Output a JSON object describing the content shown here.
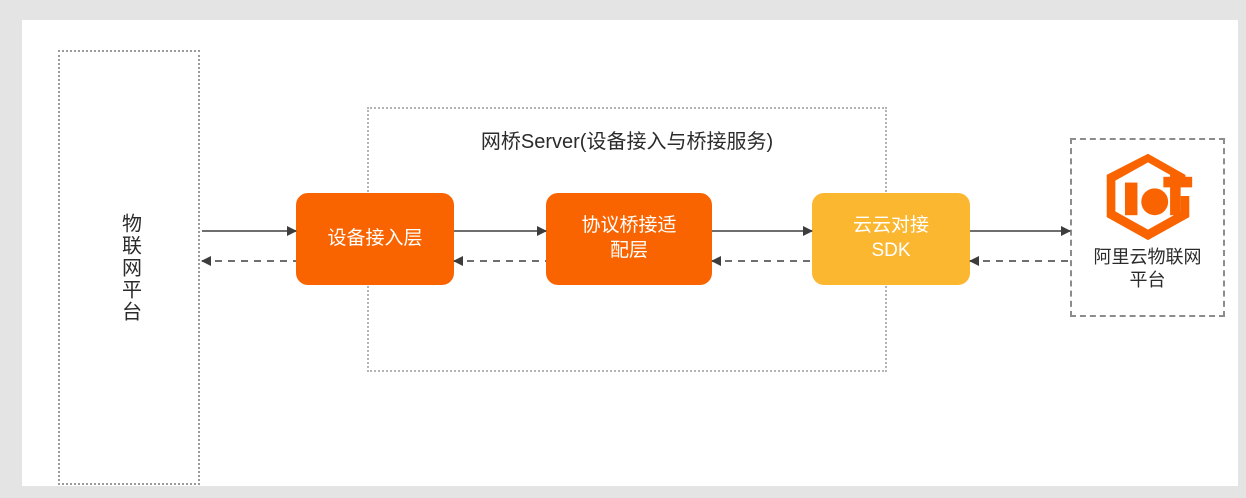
{
  "canvas": {
    "page_background": "#e4e4e4",
    "canvas_background": "#ffffff"
  },
  "iot_platform": {
    "label": "物联网平台",
    "border_style": "dotted",
    "border_color": "#9b9b9b"
  },
  "bridge_server": {
    "title": "网桥Server(设备接入与桥接服务)",
    "border_style": "dotted",
    "border_color": "#b4b4b4",
    "blocks": [
      {
        "label": "设备接入层",
        "color": "#fa6400"
      },
      {
        "label": "协议桥接适\n配层",
        "color": "#fa6400"
      },
      {
        "label": "云云对接\nSDK",
        "color": "#fcb731"
      }
    ]
  },
  "aliyun_cloud": {
    "logo_name": "aliyun-iot-logo",
    "logo_color": "#fa6400",
    "label": "阿里云物联网\n平台",
    "border_style": "dashed",
    "border_color": "#8c8c8c"
  },
  "connectors": {
    "uplink_style": "solid",
    "uplink_direction": "right",
    "downlink_style": "dashed",
    "downlink_direction": "left",
    "line_color": "#6e6e6e",
    "arrowhead_color": "#3d3d3d"
  }
}
